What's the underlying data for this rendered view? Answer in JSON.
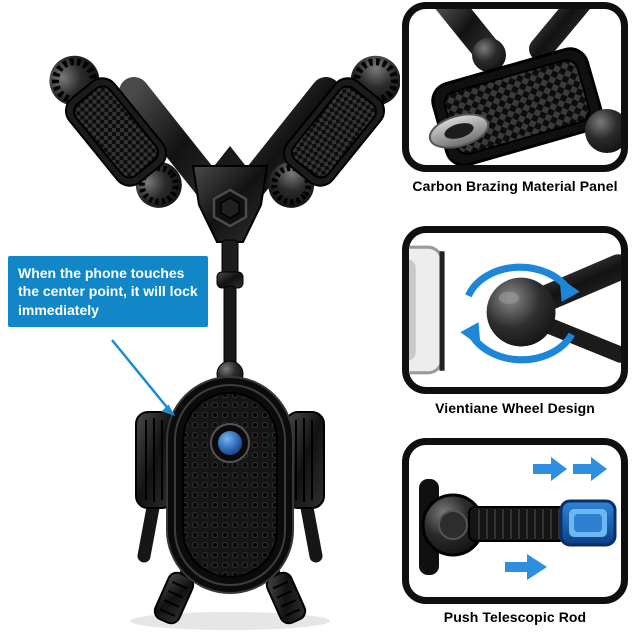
{
  "product": {
    "name": "rearview-mirror-phone-holder"
  },
  "callout": {
    "text": "When the phone touches the center point, it will lock immediately",
    "bg_color": "#1187c8",
    "text_color": "#ffffff"
  },
  "panels": [
    {
      "id": "carbon-material",
      "caption": "Carbon Brazing Material Panel"
    },
    {
      "id": "vientiane-wheel",
      "caption": "Vientiane Wheel Design"
    },
    {
      "id": "telescopic-rod",
      "caption": "Push Telescopic Rod"
    }
  ],
  "colors": {
    "arrow_blue": "#2b8fdf",
    "rotation_arrow_blue": "#1d86d8",
    "panel_border": "#0f0f0f",
    "product_body": "#141414",
    "lock_button_blue": "#2a63b4"
  }
}
